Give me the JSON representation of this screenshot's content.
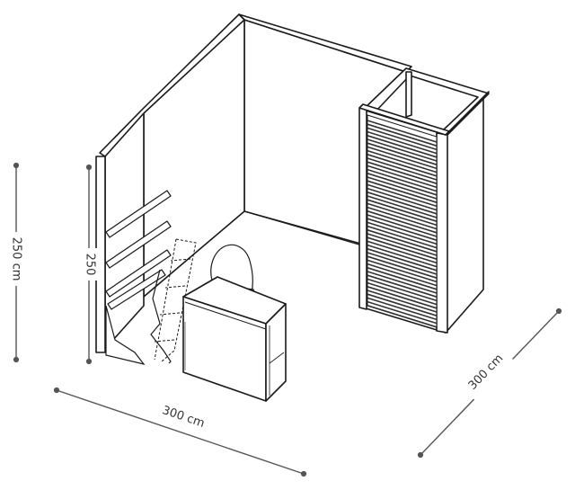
{
  "dimensions": {
    "height_outer": "250 cm",
    "height_inner": "250",
    "width_front": "300 cm",
    "depth_right": "300 cm"
  },
  "colors": {
    "line": "#1a1a1a",
    "dim_line": "#555555",
    "shutter": "#333333",
    "background": "#ffffff"
  }
}
